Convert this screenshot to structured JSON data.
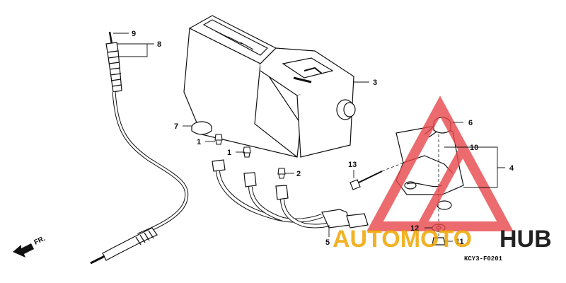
{
  "diagram": {
    "callouts": {
      "c1a": "1",
      "c1b": "1",
      "c2": "2",
      "c3": "3",
      "c4": "4",
      "c5": "5",
      "c6": "6",
      "c7": "7",
      "c8": "8",
      "c9": "9",
      "c10": "10",
      "c11": "11",
      "c12": "12",
      "c13": "13"
    },
    "direction_label": "FR.",
    "figure_code": "KCY3-F0201"
  },
  "watermark": {
    "text_auto": "AUTOMOTO",
    "text_hub": "HUB",
    "color_triangle": "#e8474a",
    "color_auto": "#f0a500",
    "color_hub": "#222222"
  }
}
